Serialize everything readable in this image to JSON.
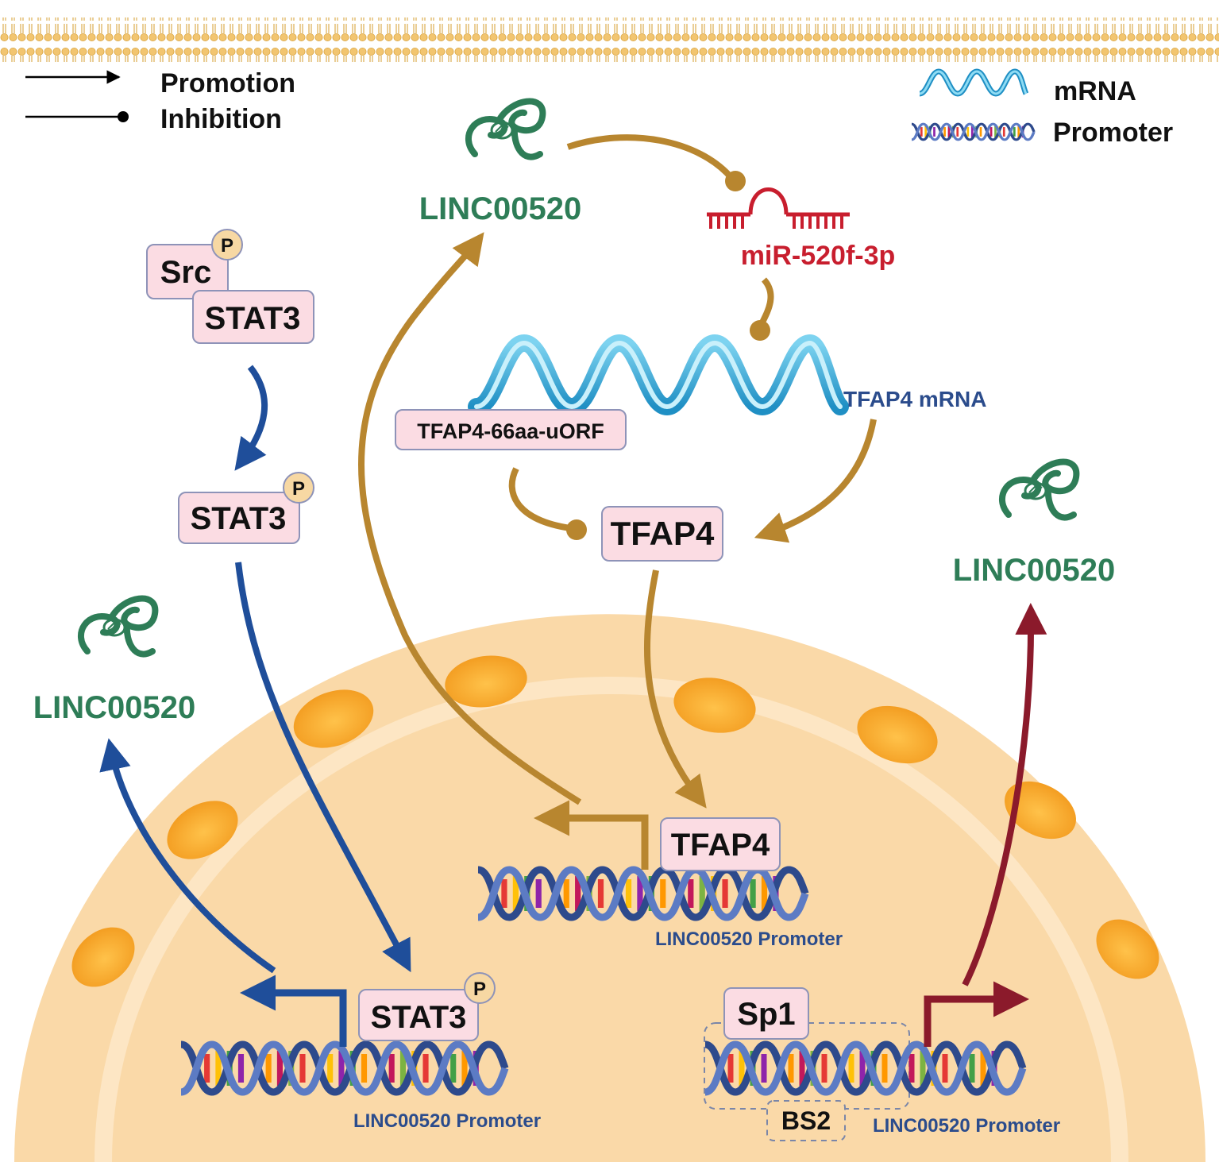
{
  "legend": {
    "promotion_label": "Promotion",
    "inhibition_label": "Inhibition",
    "mrna_label": "mRNA",
    "promoter_label": "Promoter"
  },
  "nodes": {
    "linc_top": "LINC00520",
    "linc_left": "LINC00520",
    "linc_right": "LINC00520",
    "mirna": "miR-520f-3p",
    "tfap4_mrna": "TFAP4 mRNA",
    "uorf": "TFAP4-66aa-uORF",
    "tfap4_protein": "TFAP4",
    "tfap4_bound": "TFAP4",
    "src": "Src",
    "stat3_complex": "STAT3",
    "stat3_p": "STAT3",
    "stat3_bound": "STAT3",
    "sp1": "Sp1",
    "bs2": "BS2",
    "phospho": "P"
  },
  "promoters": {
    "center": "LINC00520 Promoter",
    "left": "LINC00520 Promoter",
    "right": "LINC00520 Promoter"
  },
  "colors": {
    "gold": "#B8862F",
    "blue": "#1F4E9A",
    "maroon": "#8B1A2B",
    "green": "#2E7D57",
    "mirna_red": "#C81E2E",
    "label_navy": "#2B4C8C",
    "box_fill": "#FBDCE3"
  }
}
